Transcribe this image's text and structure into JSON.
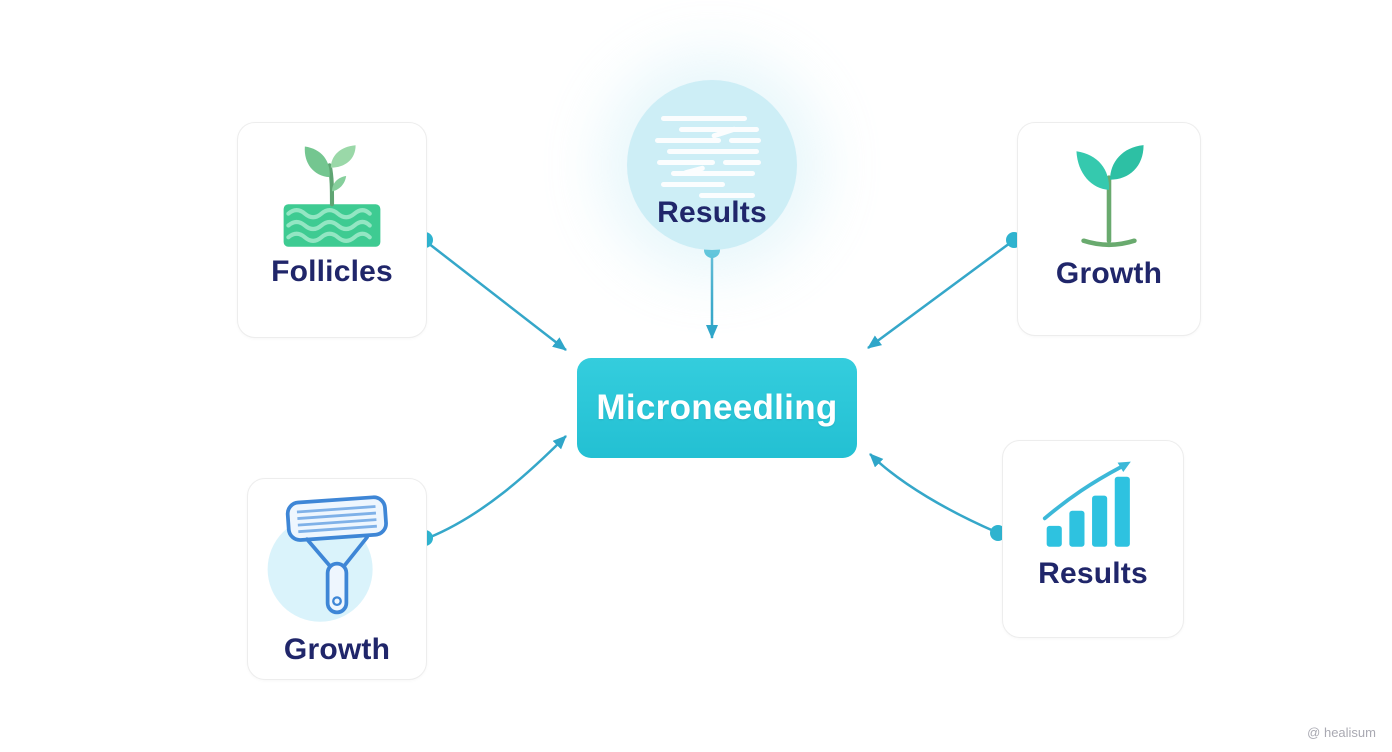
{
  "center": {
    "label": "Microneedling"
  },
  "nodes": [
    {
      "id": "follicles-top-left",
      "label": "Follicles",
      "icon": "sprout-soil-icon"
    },
    {
      "id": "results-top-center",
      "label": "Results",
      "icon": "scalp-lines-icon"
    },
    {
      "id": "growth-top-right",
      "label": "Growth",
      "icon": "plant-icon"
    },
    {
      "id": "growth-bottom-left",
      "label": "Growth",
      "icon": "derma-roller-icon"
    },
    {
      "id": "results-bottom-right",
      "label": "Results",
      "icon": "bar-chart-icon"
    }
  ],
  "watermark": "@ healisum",
  "colors": {
    "center_box": "#29c6d6",
    "arrow": "#2fa6c9",
    "label_text": "#20266a",
    "card_border": "#ededed",
    "soil_green": "#3ecb92",
    "leaf_teal": "#35c9ae",
    "roller_blue": "#3e86d6",
    "bar_cyan": "#2ec2e0",
    "circle_fill": "#cdeef6"
  }
}
